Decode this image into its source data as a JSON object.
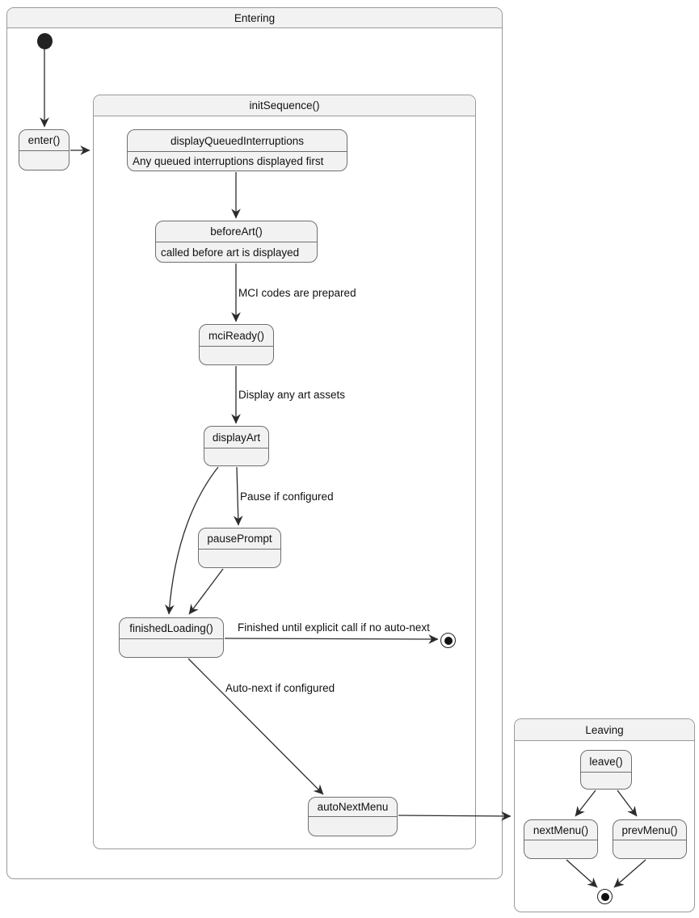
{
  "containers": {
    "entering": {
      "title": "Entering"
    },
    "init_sequence": {
      "title": "initSequence()"
    },
    "leaving": {
      "title": "Leaving"
    }
  },
  "states": {
    "enter": {
      "label": "enter()"
    },
    "display_queued_interruptions": {
      "label": "displayQueuedInterruptions",
      "description": "Any queued interruptions displayed first"
    },
    "before_art": {
      "label": "beforeArt()",
      "description": "called before art is displayed"
    },
    "mci_ready": {
      "label": "mciReady()"
    },
    "display_art": {
      "label": "displayArt"
    },
    "pause_prompt": {
      "label": "pausePrompt"
    },
    "finished_loading": {
      "label": "finishedLoading()"
    },
    "auto_next_menu": {
      "label": "autoNextMenu"
    },
    "leave": {
      "label": "leave()"
    },
    "next_menu": {
      "label": "nextMenu()"
    },
    "prev_menu": {
      "label": "prevMenu()"
    }
  },
  "edge_labels": {
    "mci_codes": "MCI codes are prepared",
    "display_assets": "Display any art assets",
    "pause": "Pause if configured",
    "finished": "Finished until explicit call if no auto-next",
    "auto_next": "Auto-next if configured"
  },
  "colors": {
    "state_fill": "#f2f2f2",
    "state_border": "#6f6f6f",
    "container_border": "#9a9a9a",
    "arrow": "#2b2b2b",
    "text": "#111111"
  }
}
